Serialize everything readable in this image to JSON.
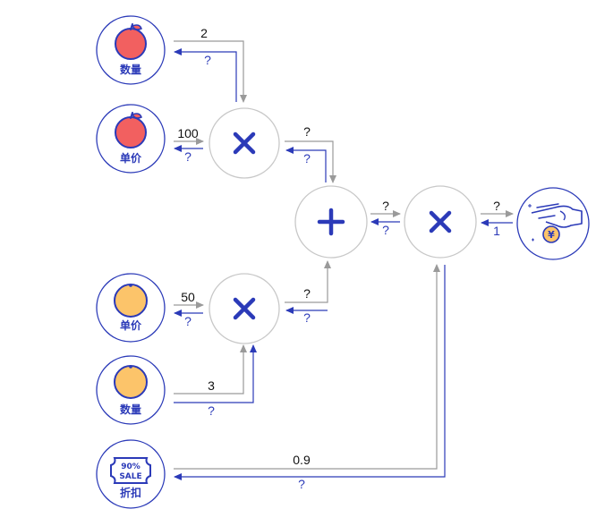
{
  "colors": {
    "forward_arrow": "#9a9a9a",
    "backward_arrow": "#2b3ab8",
    "node_blue_border": "#2b3ab8",
    "op_node_border": "#c8c8c8",
    "apple_red": "#f26060",
    "orange_fill": "#fcc46a"
  },
  "inputs": {
    "apple_count": {
      "label": "数量",
      "icon": "apple-icon",
      "forward_value": "2",
      "backward_value": "?"
    },
    "apple_price": {
      "label": "单价",
      "icon": "apple-icon",
      "forward_value": "100",
      "backward_value": "?"
    },
    "orange_price": {
      "label": "单价",
      "icon": "orange-icon",
      "forward_value": "50",
      "backward_value": "?"
    },
    "orange_count": {
      "label": "数量",
      "icon": "orange-icon",
      "forward_value": "3",
      "backward_value": "?"
    },
    "discount": {
      "label": "折扣",
      "icon": "sale-tag-icon",
      "tag_line1": "90%",
      "tag_line2": "SALE",
      "forward_value": "0.9",
      "backward_value": "?"
    }
  },
  "operations": {
    "mul_apple": {
      "symbol": "×",
      "forward_out": "?",
      "backward_in": "?"
    },
    "mul_orange": {
      "symbol": "×",
      "forward_out": "?",
      "backward_in": "?"
    },
    "add": {
      "symbol": "+",
      "forward_out": "?",
      "backward_in": "?"
    },
    "mul_final": {
      "symbol": "×",
      "forward_out": "?",
      "backward_in": "1"
    }
  },
  "output": {
    "icon": "hand-paying-coin-icon",
    "coin_symbol": "¥"
  }
}
